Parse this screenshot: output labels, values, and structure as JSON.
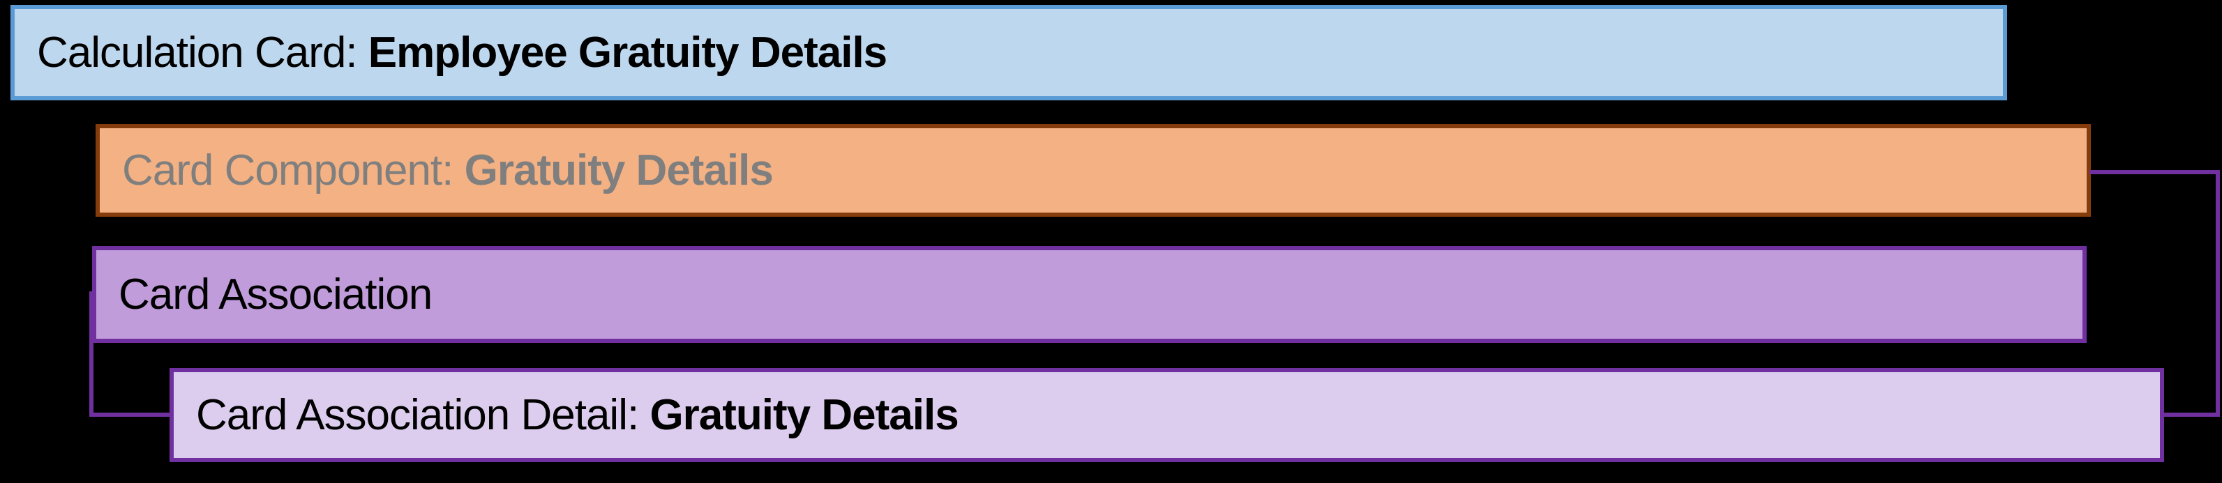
{
  "canvas": {
    "background": "#000000"
  },
  "boxes": {
    "calculation_card": {
      "prefix": "Calculation Card: ",
      "bold": "Employee Gratuity Details",
      "fill": "#BDD7EE",
      "border": "#5B9BD5",
      "text_color": "#000000"
    },
    "card_component": {
      "prefix": "Card Component: ",
      "bold": "Gratuity Details",
      "fill": "#F4B183",
      "border": "#843C0C",
      "text_color": "#7F7F7F"
    },
    "card_association": {
      "prefix": "Card Association",
      "bold": "",
      "fill": "#C19CDB",
      "border": "#7030A0",
      "text_color": "#000000"
    },
    "card_association_detail": {
      "prefix": "Card Association Detail: ",
      "bold": "Gratuity Details",
      "fill": "#DCCDEE",
      "border": "#7030A0",
      "text_color": "#000000"
    }
  },
  "connectors": {
    "color": "#7030A0"
  }
}
